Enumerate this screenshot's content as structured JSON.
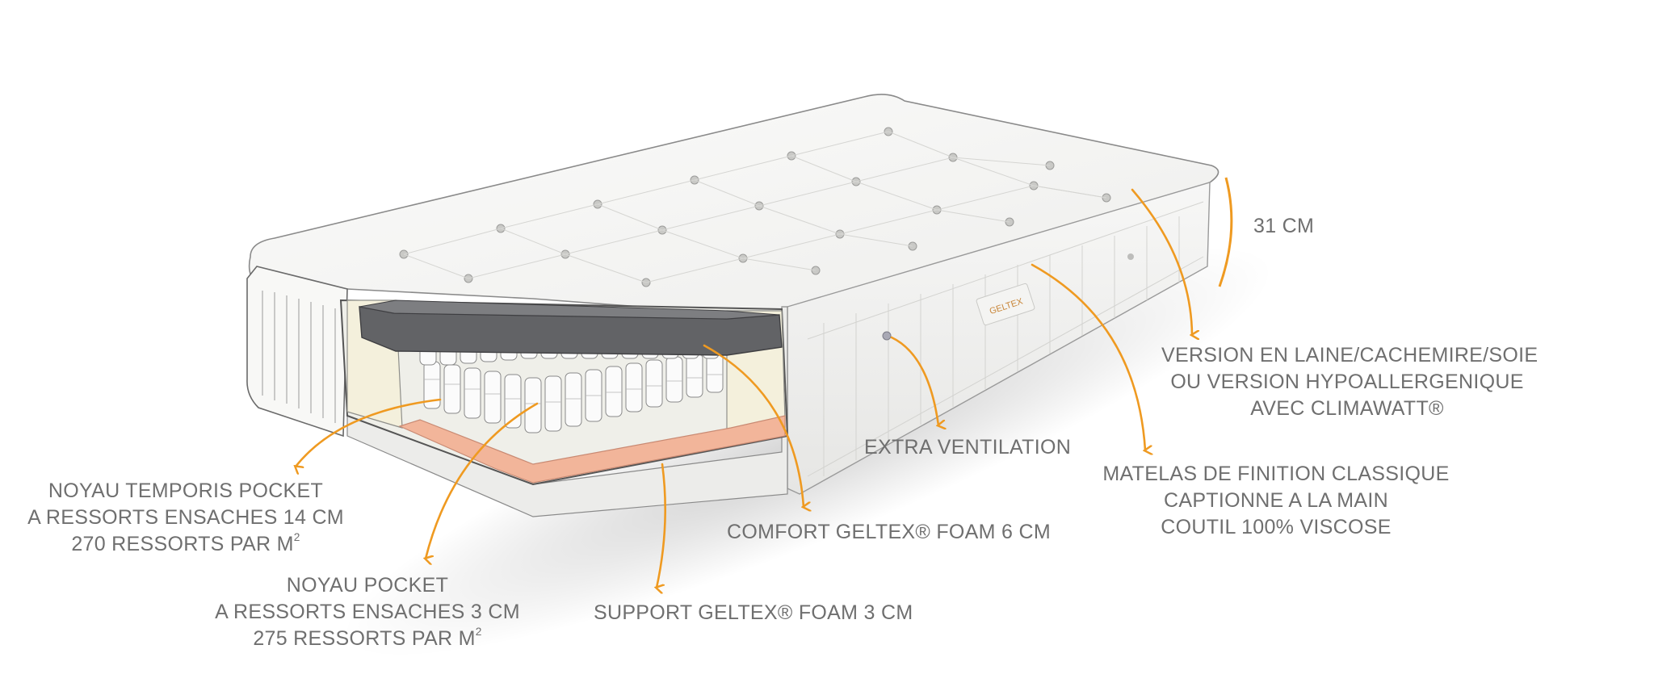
{
  "labels": {
    "height": "31 CM",
    "version": [
      "VERSION EN LAINE/CACHEMIRE/SOIE",
      "OU VERSION HYPOALLERGENIQUE",
      "AVEC CLIMAWATT®"
    ],
    "extra_ventilation": "EXTRA VENTILATION",
    "matelas": [
      "MATELAS DE FINITION CLASSIQUE",
      "CAPTIONNE A LA MAIN",
      "COUTIL 100% VISCOSE"
    ],
    "comfort": "COMFORT GELTEX® FOAM 6 CM",
    "support": "SUPPORT GELTEX® FOAM 3 CM",
    "noyau_temporis": [
      "NOYAU TEMPORIS POCKET",
      "A RESSORTS ENSACHES 14 CM",
      "270 RESSORTS PAR M",
      "2"
    ],
    "noyau_pocket": [
      "NOYAU POCKET",
      "A RESSORTS ENSACHES 3 CM",
      "275 RESSORTS PAR M",
      "2"
    ],
    "brand_tag": "GELTEX"
  },
  "colors": {
    "arrow": "#ef9a21",
    "text": "#6f6f6f",
    "comfort_layer": "#626366",
    "support_layer": "#f2b59a",
    "cream": "#f4f0dc"
  }
}
